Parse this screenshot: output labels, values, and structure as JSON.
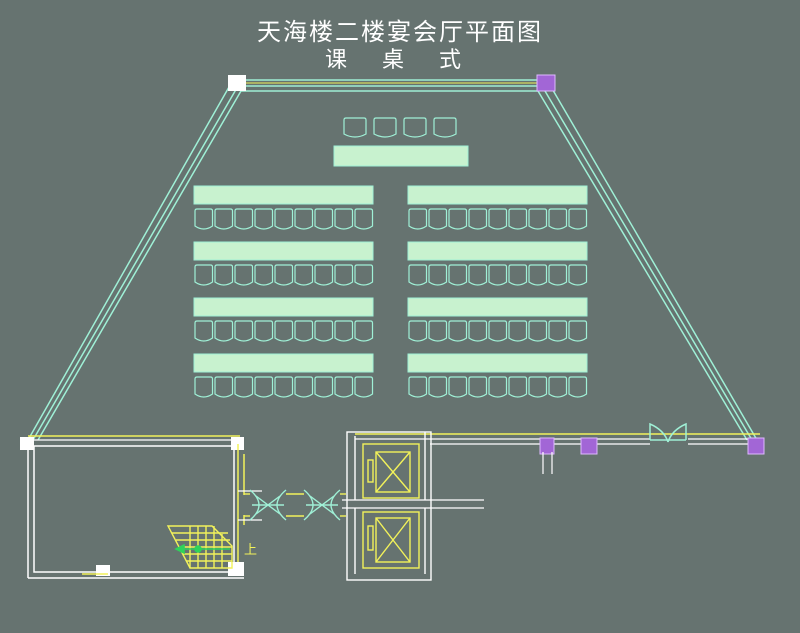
{
  "title": "天海楼二楼宴会厅平面图",
  "subtitle": "课 桌 式",
  "stair_label": "上",
  "colors": {
    "background": "#667370",
    "wall": "#9ff0d6",
    "table_fill": "#c8f2cf",
    "chair": "#9ff0d6",
    "yellow": "#f2f25a",
    "white": "#ffffff",
    "purple": "#a266d6"
  },
  "layout_counts": {
    "head_chairs": 4,
    "row_count": 4,
    "chairs_per_table": 9
  }
}
